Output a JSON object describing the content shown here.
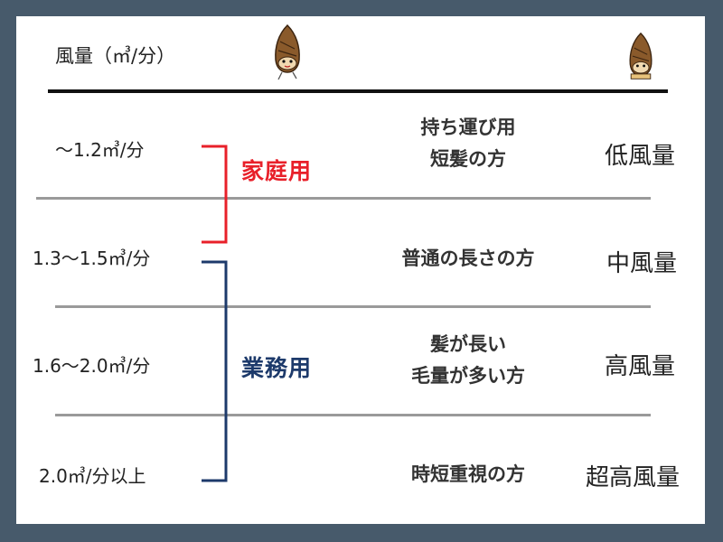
{
  "header": {
    "label": "風量（㎥/分）"
  },
  "rows": [
    {
      "flow": "〜1.2㎥/分",
      "desc": [
        "持ち運び用",
        "短髪の方"
      ],
      "level": "低風量"
    },
    {
      "flow": "1.3〜1.5㎥/分",
      "desc": [
        "普通の長さの方"
      ],
      "level": "中風量"
    },
    {
      "flow": "1.6〜2.0㎥/分",
      "desc": [
        "髪が長い",
        "毛量が多い方"
      ],
      "level": "高風量"
    },
    {
      "flow": "2.0㎥/分以上",
      "desc": [
        "時短重視の方"
      ],
      "level": "超高風量"
    }
  ],
  "groups": [
    {
      "label": "家庭用",
      "color": "#e8202a"
    },
    {
      "label": "業務用",
      "color": "#1d3a6b"
    }
  ],
  "colors": {
    "background": "#475a6b",
    "card": "#ffffff",
    "divider": "#9a9a9a"
  },
  "icons": [
    "bamboo-shoot-mascot-icon",
    "bamboo-shoot-mascot-icon"
  ]
}
